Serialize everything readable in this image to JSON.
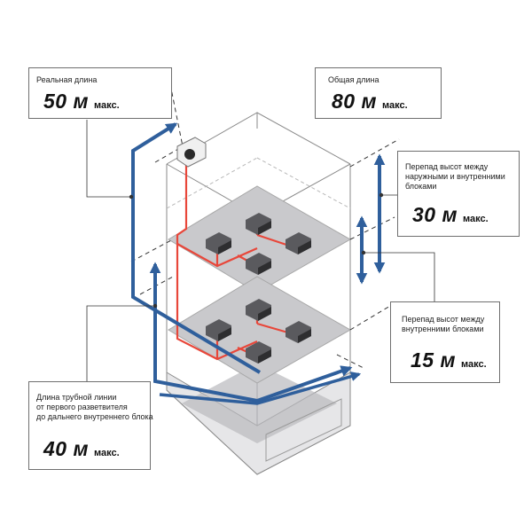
{
  "callouts": {
    "real_length": {
      "label": "Реальная длина",
      "value": "50 м",
      "unit": "макс."
    },
    "total_length": {
      "label": "Общая длина",
      "value": "80 м",
      "unit": "макс."
    },
    "height_outdoor_indoor": {
      "label_lines": [
        "Перепад высот между",
        "наружными и внутренними",
        "блоками"
      ],
      "value": "30 м",
      "unit": "макс."
    },
    "height_indoor_indoor": {
      "label_lines": [
        "Перепад высот между",
        "внутренними блоками"
      ],
      "value": "15 м",
      "unit": "макс."
    },
    "pipe_length_branch": {
      "label_lines": [
        "Длина трубной линии",
        "от первого разветвителя",
        "до дальнего внутреннего блока"
      ],
      "value": "40 м",
      "unit": "макс."
    }
  },
  "colors": {
    "arrow_blue": "#2f5f9c",
    "pipe_red": "#e8473a",
    "floor_gray": "#c9c9cc",
    "building_line": "#8a8a8a",
    "indoor_unit": "#3a3a3a"
  },
  "icons": {
    "outdoor_unit": "outdoor-unit-icon",
    "indoor_unit": "indoor-unit-icon"
  }
}
